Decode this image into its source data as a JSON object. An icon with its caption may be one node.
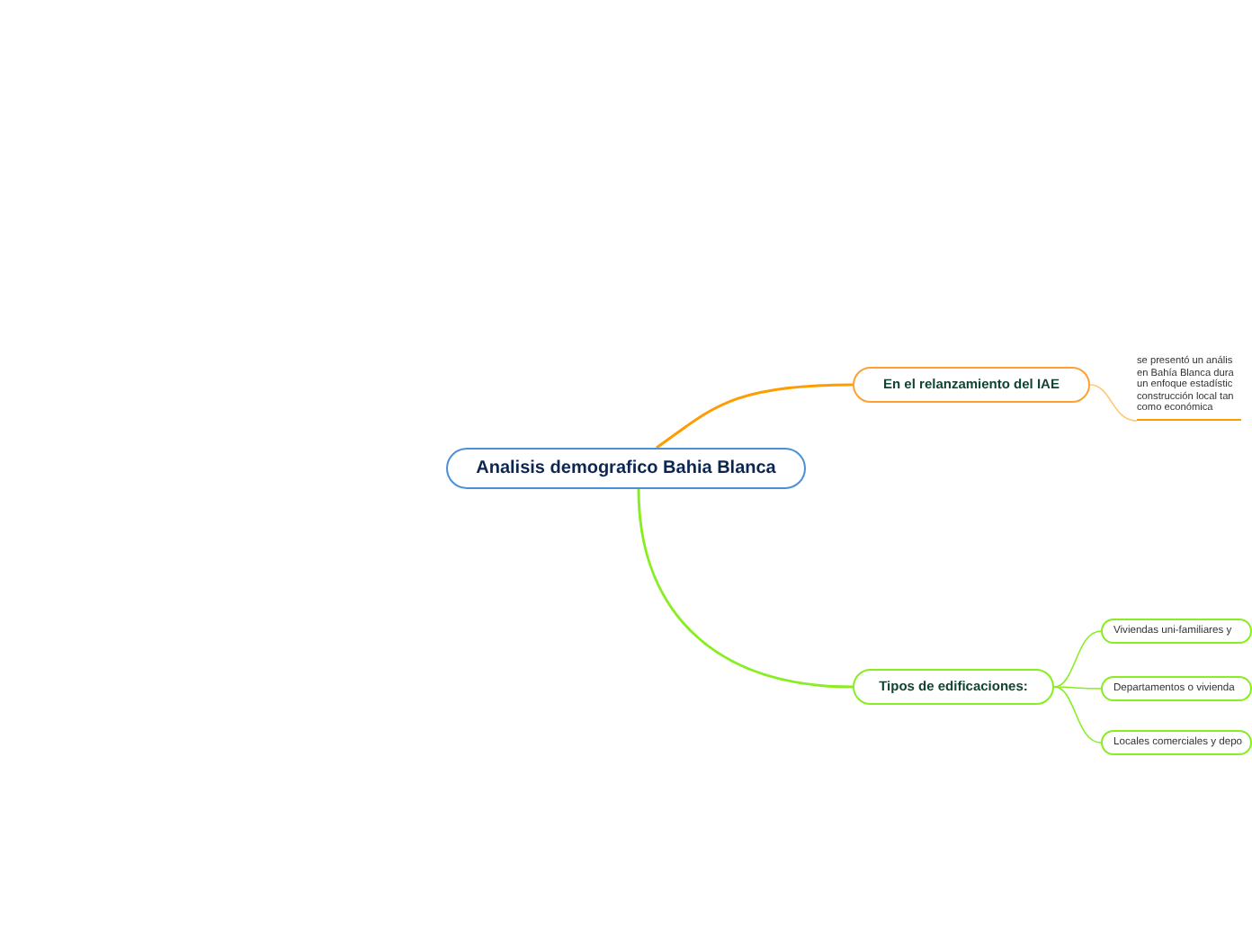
{
  "diagram": {
    "nodes": [
      {
        "text": [
          "Analisis demografico Bahia Blanca"
        ]
      },
      {
        "text": [
          "En el relanzamiento del IAE"
        ]
      },
      {
        "text": [
          "se presentó un anális en Bahía Blanca dura un enfoque estadístic construcción local tan como económica"
        ]
      },
      {
        "text": [
          "Tipos de edificaciones:"
        ]
      },
      {
        "text": [
          "Viviendas uni-familiares y"
        ]
      },
      {
        "text": [
          "Departamentos o vivienda"
        ]
      },
      {
        "text": [
          "Locales comerciales y depo"
        ]
      }
    ],
    "edges": [
      {
        "from": 0,
        "to": 1,
        "arrow": "none",
        "color": "#ff9c00"
      },
      {
        "from": 1,
        "to": 2,
        "arrow": "none",
        "color": "#ffc870"
      },
      {
        "from": 0,
        "to": 3,
        "arrow": "none"
      },
      {
        "from": 3,
        "to": 4,
        "arrow": "none"
      },
      {
        "from": 3,
        "to": 5,
        "arrow": "none"
      },
      {
        "from": 3,
        "to": 6,
        "arrow": "none"
      }
    ]
  }
}
